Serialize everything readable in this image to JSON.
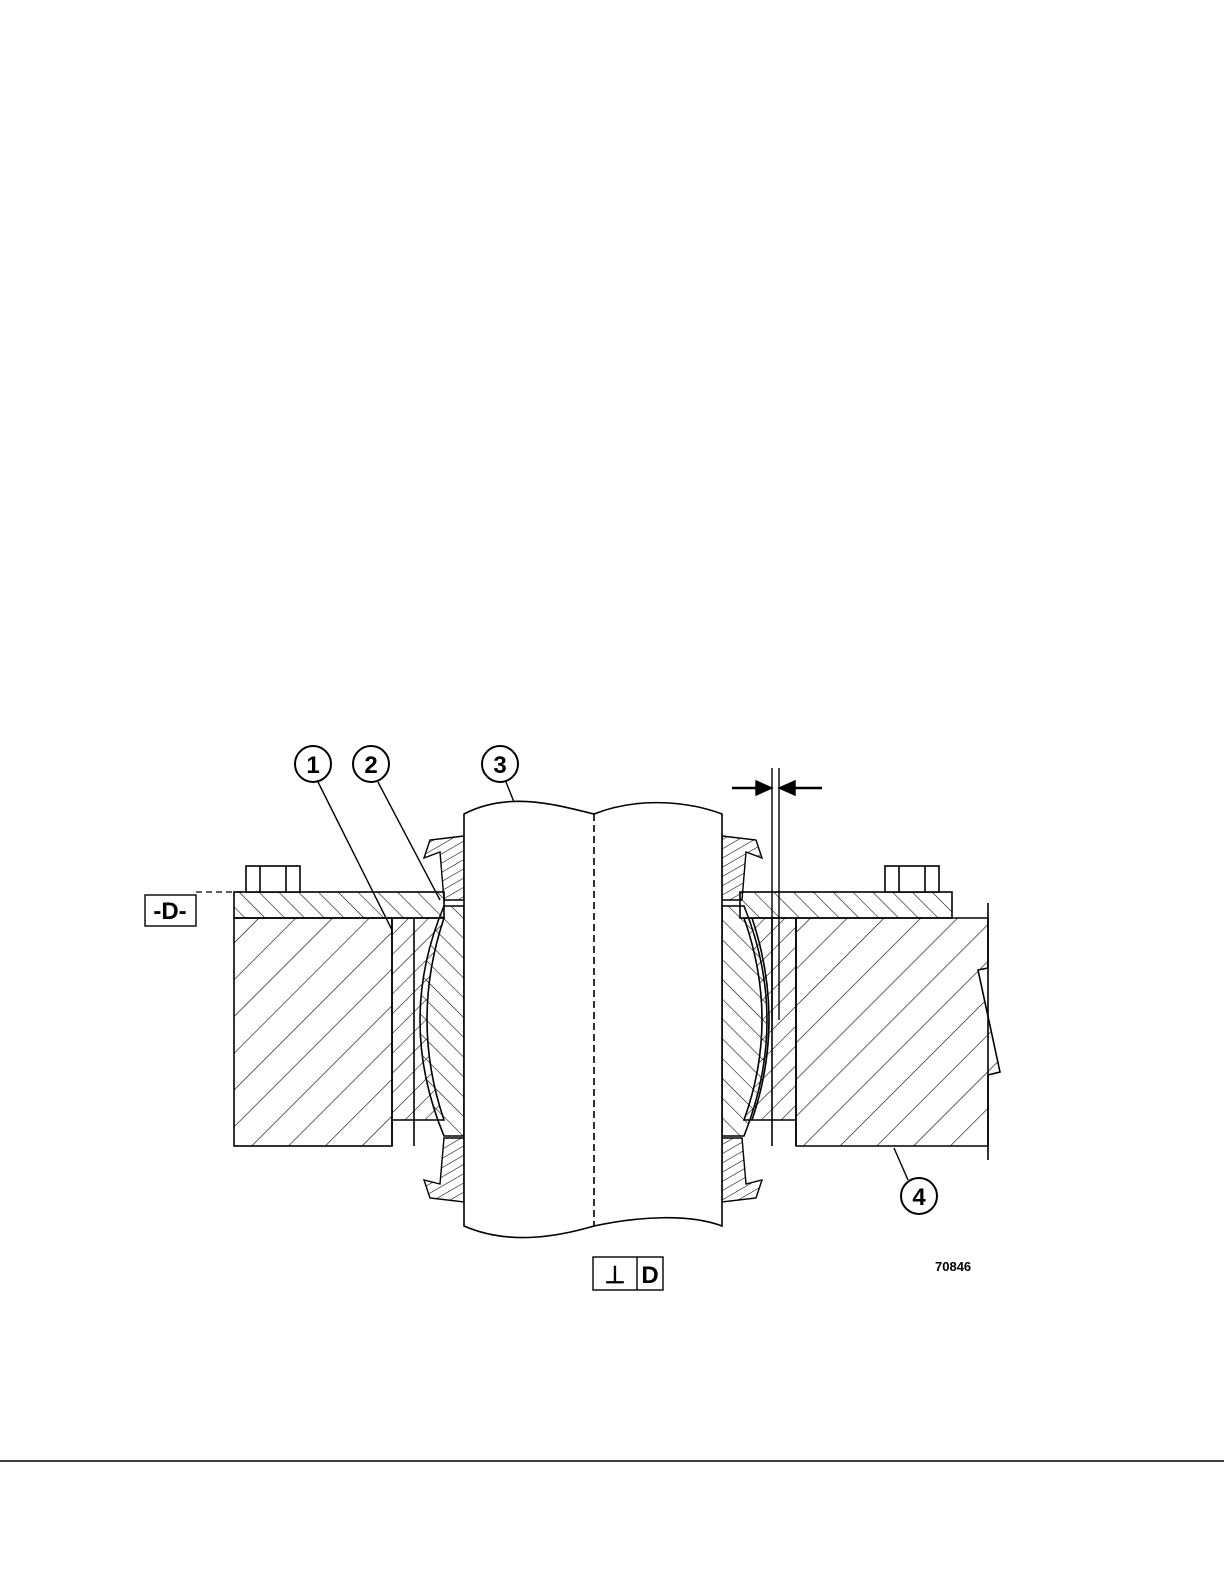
{
  "callouts": {
    "c1": "1",
    "c2": "2",
    "c3": "3",
    "c4": "4"
  },
  "datum": {
    "label": "-D-",
    "perpendicularity_symbol": "⊥",
    "perpendicularity_ref": "D"
  },
  "figure_number": "70846",
  "colors": {
    "line": "#000000",
    "background": "#ffffff"
  }
}
